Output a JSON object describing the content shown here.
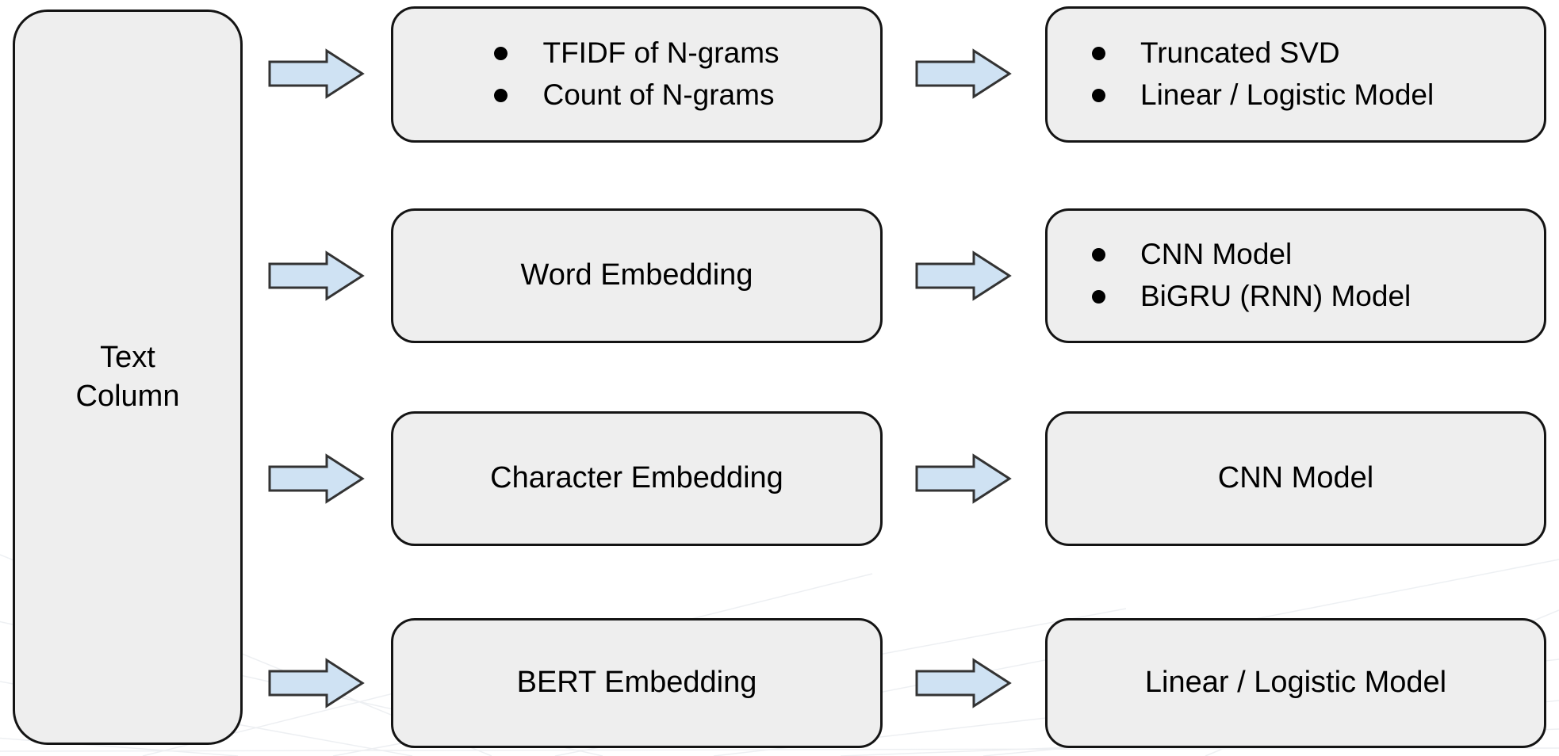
{
  "diagram": {
    "source_label": "Text Column",
    "rows": [
      {
        "feature_items": [
          "TFIDF of N-grams",
          "Count of N-grams"
        ],
        "model_items": [
          "Truncated SVD",
          "Linear / Logistic Model"
        ]
      },
      {
        "feature_label": "Word Embedding",
        "model_items": [
          "CNN Model",
          "BiGRU (RNN) Model"
        ]
      },
      {
        "feature_label": "Character Embedding",
        "model_label": "CNN Model"
      },
      {
        "feature_label": "BERT Embedding",
        "model_label": "Linear / Logistic Model"
      }
    ],
    "colors": {
      "box_fill": "#eeeeee",
      "box_border": "#141414",
      "arrow_fill": "#cfe2f3",
      "arrow_border": "#333333",
      "text": "#000000"
    }
  }
}
